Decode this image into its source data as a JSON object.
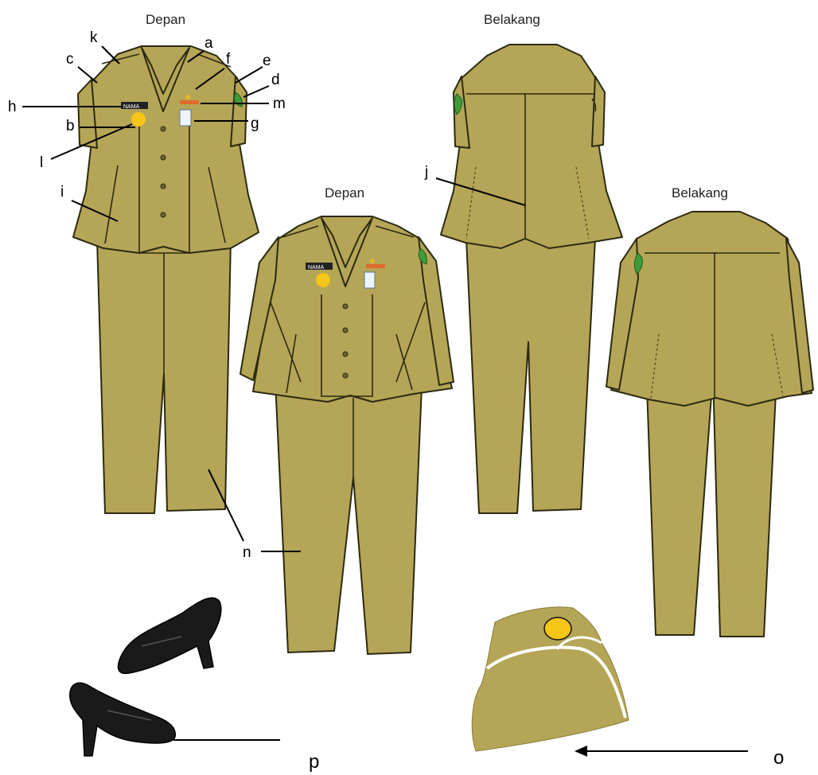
{
  "views": {
    "front_1": "Depan",
    "back_1": "Belakang",
    "front_2": "Depan",
    "back_2": "Belakang"
  },
  "labels": {
    "a": "a",
    "b": "b",
    "c": "c",
    "d": "d",
    "e": "e",
    "f": "f",
    "g": "g",
    "h": "h",
    "i": "i",
    "j": "j",
    "k": "k",
    "l": "l",
    "m": "m",
    "n": "n",
    "o": "o",
    "p": "p"
  },
  "name_tag_text": "NAMA",
  "colors": {
    "khaki": "#b5a557",
    "outline": "#2b2a10",
    "badge_yellow": "#f5c518",
    "patch_green": "#3f9b3a",
    "shoe_black": "#1a1a1a"
  },
  "icons": [
    "shoes-icon",
    "cap-icon",
    "badge-icon",
    "shoulder-patch-icon",
    "name-tag-icon",
    "id-card-icon"
  ]
}
